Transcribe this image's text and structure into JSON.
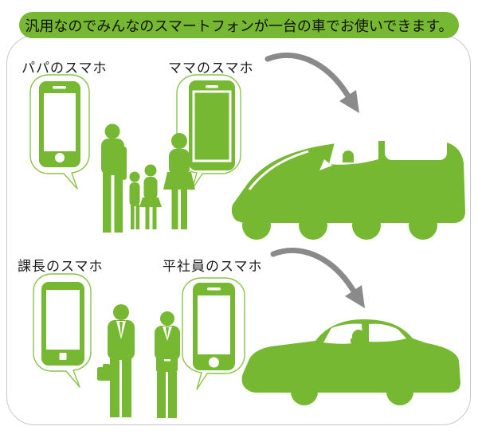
{
  "banner": {
    "text": "汎用なのでみんなのスマートフォンが一台の車でお使いできます。"
  },
  "top_section": {
    "papa_label": "パパのスマホ",
    "mama_label": "ママのスマホ",
    "vehicle": "minivan"
  },
  "bottom_section": {
    "kacho_label": "課長のスマホ",
    "hira_label": "平社員のスマホ",
    "vehicle": "sedan"
  },
  "icons": {
    "papa_phone": "smartphone-icon",
    "mama_phone": "smartphone-icon",
    "kacho_phone": "smartphone-icon",
    "hira_phone": "smartphone-icon",
    "top_arrow": "curved-arrow-icon",
    "bottom_arrow": "curved-arrow-icon",
    "family": "family-silhouette",
    "businessmen": "businessmen-silhouette",
    "minivan": "minivan-silhouette",
    "sedan": "sedan-silhouette"
  },
  "colors": {
    "green": "#76b832",
    "bubble_outline": "#8bc34a",
    "arrow_gray": "#8a8a8a",
    "frame_border": "#c8c8c8",
    "text": "#1a1a1a",
    "background": "#ffffff"
  }
}
